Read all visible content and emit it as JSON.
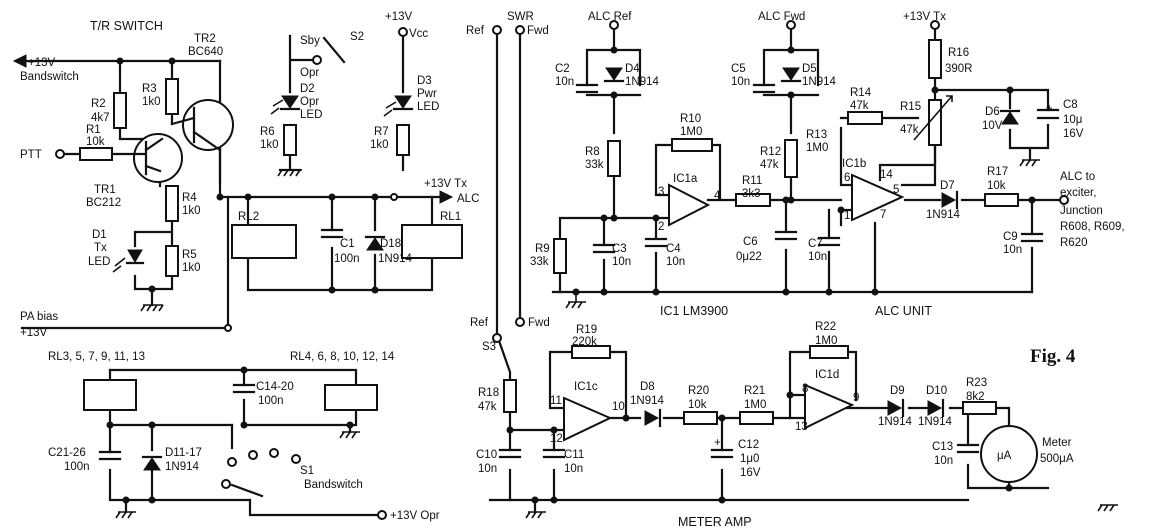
{
  "title": "Fig. 4",
  "blocks": {
    "tr_switch": "T/R SWITCH",
    "alc_unit": "ALC UNIT",
    "ic_label": "IC1   LM3900",
    "meter_amp": "METER AMP"
  },
  "rails": {
    "bandswitch": "+13V",
    "bandswitch_sub": "Bandswitch",
    "ptt": "PTT",
    "pa_bias": "PA bias",
    "pa_bias_v": "+13V",
    "v13": "+13V",
    "vcc": "Vcc",
    "v13_tx": "+13V Tx",
    "alc": "ALC",
    "v13_tx2": "+13V Tx",
    "v13_opr": "+13V Opr",
    "sby": "Sby",
    "opr": "Opr",
    "swr": "SWR",
    "ref": "Ref",
    "fwd": "Fwd",
    "ref2": "Ref",
    "fwd2": "Fwd",
    "alc_ref": "ALC Ref",
    "alc_fwd": "ALC Fwd",
    "alc_out": [
      "ALC to",
      "exciter,",
      "Junction",
      "R608, R609,",
      "R620"
    ]
  },
  "transistors": {
    "tr2": [
      "TR2",
      "BC640"
    ],
    "tr1": [
      "TR1",
      "BC212"
    ]
  },
  "resistors": {
    "r1": [
      "R1",
      "10k"
    ],
    "r2": [
      "R2",
      "4k7"
    ],
    "r3": [
      "R3",
      "1k0"
    ],
    "r4": [
      "R4",
      "1k0"
    ],
    "r5": [
      "R5",
      "1k0"
    ],
    "r6": [
      "R6",
      "1k0"
    ],
    "r7": [
      "R7",
      "1k0"
    ],
    "r8": [
      "R8",
      "33k"
    ],
    "r9": [
      "R9",
      "33k"
    ],
    "r10": [
      "R10",
      "1M0"
    ],
    "r11": [
      "R11",
      "3k3"
    ],
    "r12": [
      "R12",
      "47k"
    ],
    "r13": [
      "R13",
      "1M0"
    ],
    "r14": [
      "R14",
      "47k"
    ],
    "r15": [
      "R15",
      "47k"
    ],
    "r16": [
      "R16",
      "390R"
    ],
    "r17": [
      "R17",
      "10k"
    ],
    "r18": [
      "R18",
      "47k"
    ],
    "r19": [
      "R19",
      "220k"
    ],
    "r20": [
      "R20",
      "10k"
    ],
    "r21": [
      "R21",
      "1M0"
    ],
    "r22": [
      "R22",
      "1M0"
    ],
    "r23": [
      "R23",
      "8k2"
    ]
  },
  "capacitors": {
    "c1": [
      "C1",
      "100n"
    ],
    "c2": [
      "C2",
      "10n"
    ],
    "c3": [
      "C3",
      "10n"
    ],
    "c4": [
      "C4",
      "10n"
    ],
    "c5": [
      "C5",
      "10n"
    ],
    "c6": [
      "C6",
      "0μ22"
    ],
    "c7": [
      "C7",
      "10n"
    ],
    "c8": [
      "C8",
      "10μ",
      "16V"
    ],
    "c9": [
      "C9",
      "10n"
    ],
    "c10": [
      "C10",
      "10n"
    ],
    "c11": [
      "C11",
      "10n"
    ],
    "c12": [
      "C12",
      "1μ0",
      "16V"
    ],
    "c13": [
      "C13",
      "10n"
    ],
    "c14_20": [
      "C14-20",
      "100n"
    ],
    "c21_26": [
      "C21-26",
      "100n"
    ]
  },
  "diodes": {
    "d1": [
      "D1",
      "Tx",
      "LED"
    ],
    "d2": [
      "D2",
      "Opr",
      "LED"
    ],
    "d3": [
      "D3",
      "Pwr",
      "LED"
    ],
    "d4": [
      "D4",
      "1N914"
    ],
    "d5": [
      "D5",
      "1N914"
    ],
    "d6": [
      "D6",
      "10V"
    ],
    "d7": [
      "D7",
      "1N914"
    ],
    "d8": [
      "D8",
      "1N914"
    ],
    "d9": [
      "D9",
      "1N914"
    ],
    "d10": [
      "D10",
      "1N914"
    ],
    "d11_17": [
      "D11-17",
      "1N914"
    ],
    "d18": [
      "D18",
      "1N914"
    ]
  },
  "relays": {
    "rl1": "RL1",
    "rl2": "RL2",
    "rl3_group": "RL3, 5, 7, 9, 11, 13",
    "rl4_group": "RL4, 6, 8, 10, 12, 14"
  },
  "opamps": {
    "ic1a": "IC1a",
    "ic1b": "IC1b",
    "ic1c": "IC1c",
    "ic1d": "IC1d"
  },
  "pins": {
    "a_in_p": "3",
    "a_in_n": "2",
    "a_out": "4",
    "b_in_p": "6",
    "b_in_n": "1",
    "b_vcc": "14",
    "b_gnd": "7",
    "b_out": "5",
    "c_in_p": "11",
    "c_in_n": "12",
    "c_out": "10",
    "d_in_p": "8",
    "d_in_n": "13",
    "d_out": "9"
  },
  "switches": {
    "s1": [
      "S1",
      "Bandswitch"
    ],
    "s2": "S2",
    "s3": "S3"
  },
  "meter": {
    "symbol": "μA",
    "label": [
      "Meter",
      "500μA"
    ]
  }
}
